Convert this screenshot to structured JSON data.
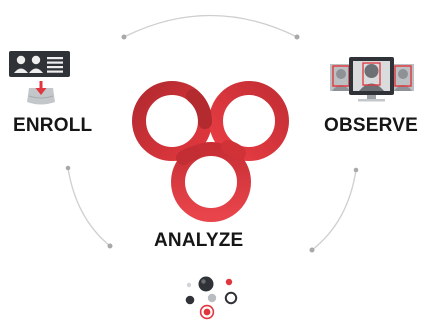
{
  "colors": {
    "accent_red": "#e0363d",
    "dark_red": "#a8252b",
    "text": "#161616",
    "cycle_arc": "#c9c9c9",
    "cycle_dot": "#a6a6a6",
    "icon_dark": "#2f3237",
    "icon_gray": "#b9bcc0"
  },
  "diagram": {
    "stages": [
      {
        "id": "enroll",
        "label": "ENROLL",
        "icon": "id-cards-upload-icon"
      },
      {
        "id": "observe",
        "label": "OBSERVE",
        "icon": "face-recognition-icon"
      },
      {
        "id": "analyze",
        "label": "ANALYZE",
        "icon": "data-points-icon"
      }
    ],
    "center_symbol": "triquetra-knot-logo",
    "connectors": "circular-cycle-arcs"
  }
}
